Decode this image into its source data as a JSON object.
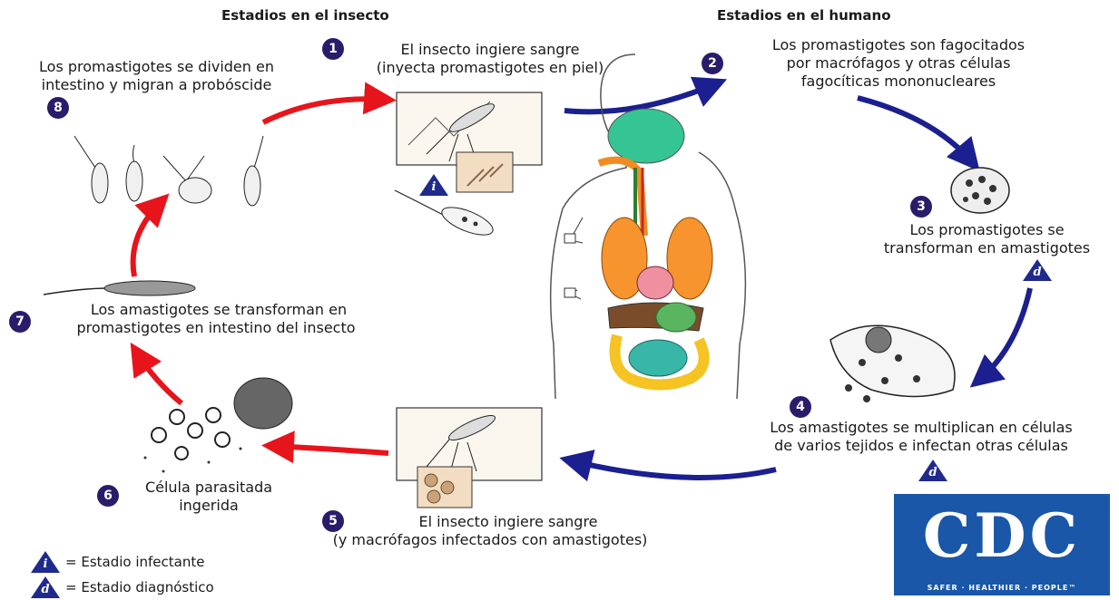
{
  "headers": {
    "insect": "Estadios en el insecto",
    "human": "Estadios en el humano"
  },
  "steps": [
    {
      "n": "1",
      "text": [
        "El insecto ingiere sangre",
        "(inyecta promastigotes en piel)"
      ]
    },
    {
      "n": "2",
      "text": [
        "Los promastigotes son fagocitados",
        "por macrófagos y otras células",
        "fagocíticas mononucleares"
      ]
    },
    {
      "n": "3",
      "text": [
        "Los promastigotes se",
        "transforman en amastigotes"
      ]
    },
    {
      "n": "4",
      "text": [
        "Los amastigotes se multiplican en células",
        "de varios tejidos e infectan otras células"
      ]
    },
    {
      "n": "5",
      "text": [
        "El insecto ingiere sangre",
        "(y macrófagos infectados con amastigotes)"
      ]
    },
    {
      "n": "6",
      "text": [
        "Célula parasitada",
        "ingerida"
      ]
    },
    {
      "n": "7",
      "text": [
        "Los amastigotes se transforman en",
        "promastigotes en intestino del insecto"
      ]
    },
    {
      "n": "8",
      "text": [
        "Los promastigotes se dividen en",
        "intestino y migran a probóscide"
      ]
    }
  ],
  "badges": {
    "infective": "i",
    "diagnostic": "d"
  },
  "legend": {
    "infective": "= Estadio infectante",
    "diagnostic": "= Estadio diagnóstico"
  },
  "logo": {
    "mark": "CDC",
    "tagline": "SAFER · HEALTHIER · PEOPLE™"
  },
  "colors": {
    "insect_arrow": "#e8141b",
    "human_arrow": "#1b1f8f",
    "badge": "#2a1c6b",
    "logo_bg": "#1a57a8"
  }
}
